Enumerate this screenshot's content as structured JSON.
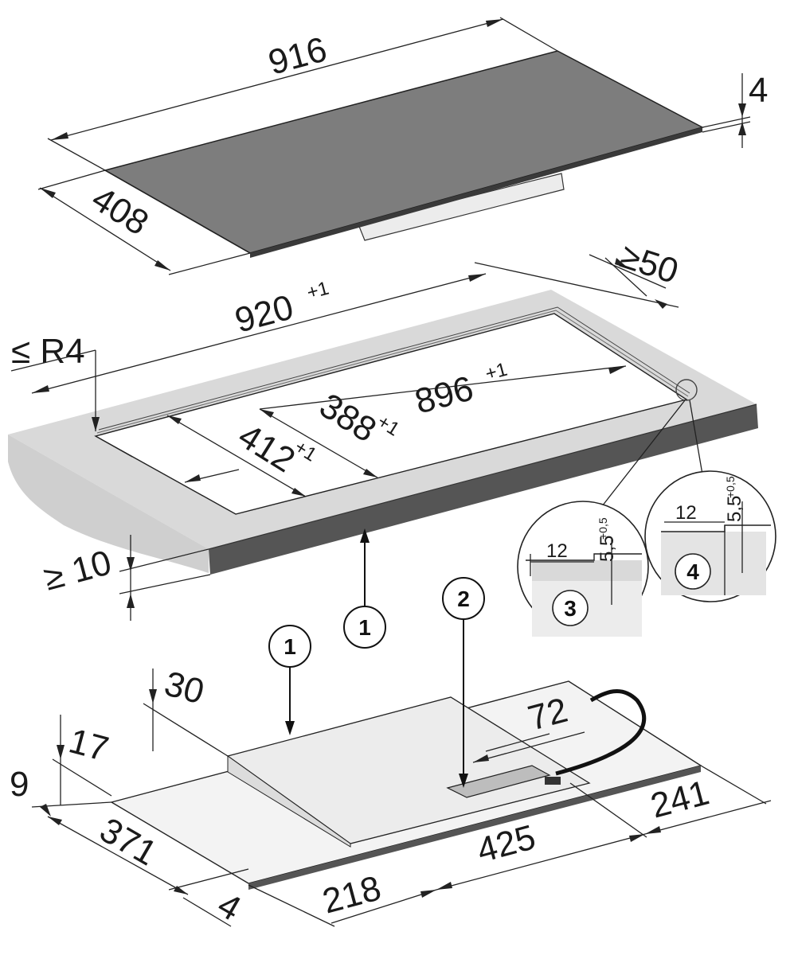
{
  "hob": {
    "width": "916",
    "depth": "408",
    "glass_thickness": "4"
  },
  "cutout": {
    "width": "920",
    "width_tol": "+1",
    "depth_outer": "412",
    "depth_outer_tol": "+1",
    "depth_inner": "388",
    "depth_inner_tol": "+1",
    "inner_width": "896",
    "inner_width_tol": "+1",
    "radius": "≤ R4",
    "min_rear_distance": "≥50",
    "min_worktop_thickness": "≥ 10"
  },
  "details": {
    "detail3": {
      "width": "12",
      "height": "5,5",
      "tol": "+0,5",
      "label": "3"
    },
    "detail4": {
      "width": "12",
      "height": "5,5",
      "tol": "+0,5",
      "label": "4"
    }
  },
  "callouts": {
    "worktop": "1",
    "unit_top": "1",
    "connection_box": "2"
  },
  "underside": {
    "height_total": "30",
    "height_base": "17",
    "height_edge": "9",
    "depth_left": "371",
    "edge_front": "4",
    "offset_front": "218",
    "span_middle": "425",
    "offset_right": "241",
    "connection_width": "72"
  },
  "colors": {
    "glass": "#7d7d7d",
    "worktop": "#d9d9d9",
    "line": "#222222"
  }
}
